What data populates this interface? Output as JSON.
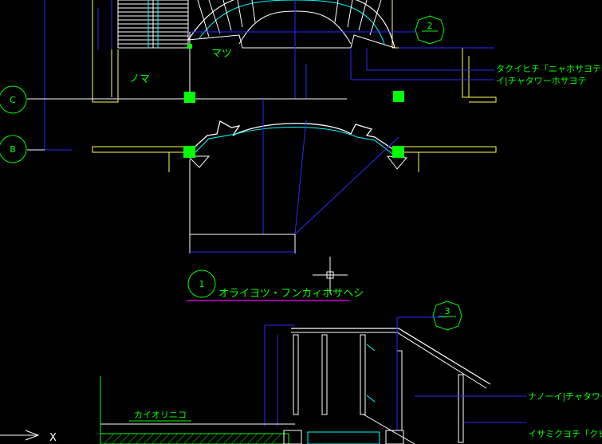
{
  "view": {
    "background": "#000000"
  },
  "colors": {
    "blue": "#2a2aff",
    "white": "#ffffff",
    "green": "#00ff00",
    "cyan": "#00ffff",
    "yellow": "#ffff55",
    "magenta": "#ff00ff",
    "grey": "#9a9aff"
  },
  "grid_bubbles": [
    {
      "id": "grid-c",
      "text": "C"
    },
    {
      "id": "grid-b",
      "text": "B"
    }
  ],
  "section_markers": [
    {
      "id": "marker-1",
      "text": "1"
    },
    {
      "id": "marker-2",
      "text": "2"
    },
    {
      "id": "marker-3",
      "text": "3"
    }
  ],
  "labels": {
    "nomi": "ノマ",
    "matsu": "マツ",
    "leader_1": "タクイヒチ「ニャホサヨテ",
    "leader_2": "イ|チャタワーホサヨテ",
    "title_1": "オライヨツ・フンカィホサヘシ",
    "left_bottom": "カイオリニコ",
    "leader_3": "ナノーイ|チャタワー",
    "leader_4": "イサミクヨチ「クヒ",
    "axis_x": "X"
  }
}
